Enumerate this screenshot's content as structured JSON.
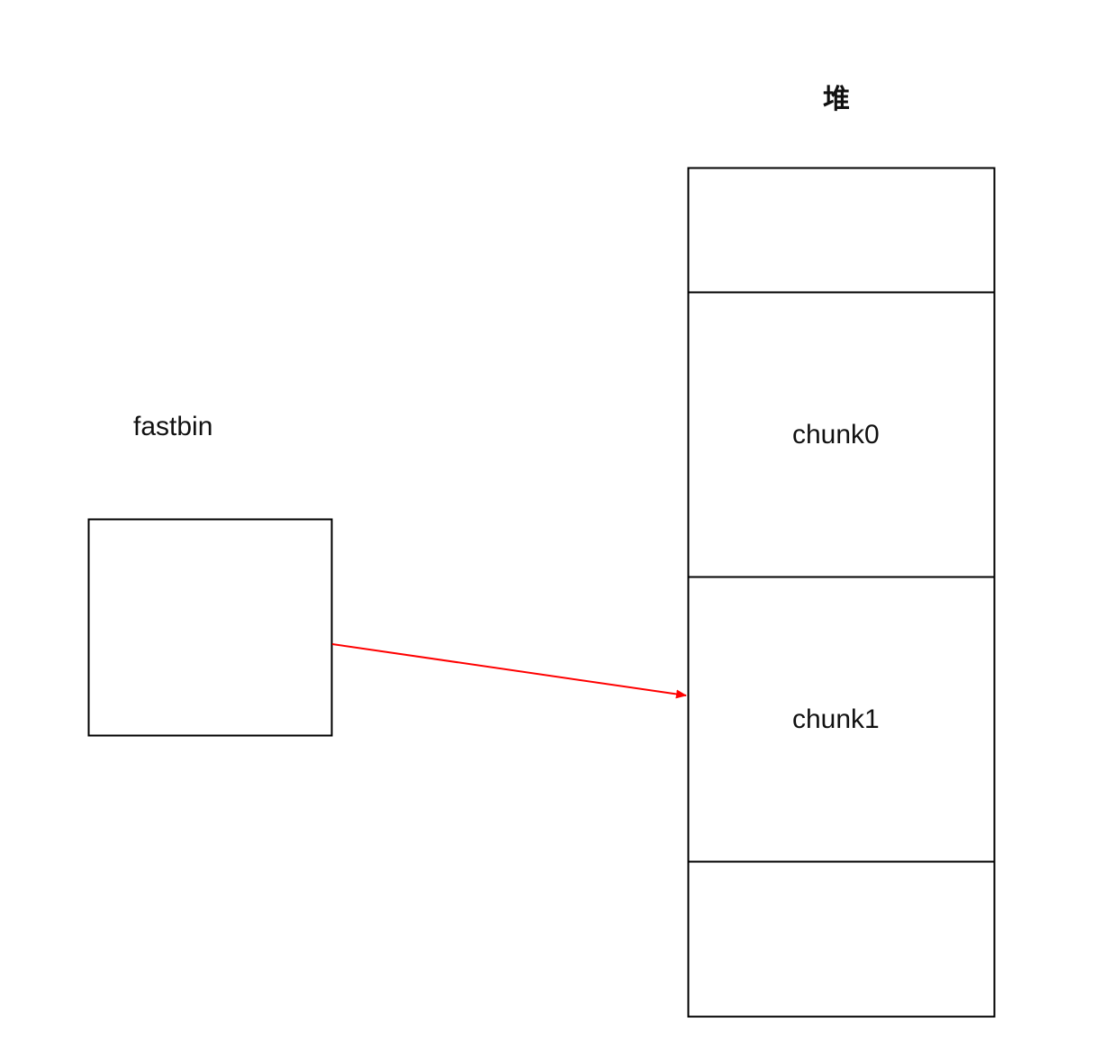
{
  "diagram": {
    "heap_title": "堆",
    "fastbin_title": "fastbin",
    "heap_blocks": [
      {
        "label": ""
      },
      {
        "label": "chunk0"
      },
      {
        "label": "chunk1"
      },
      {
        "label": ""
      }
    ],
    "arrow": {
      "from": "fastbin",
      "to": "chunk1",
      "color": "#ff0000"
    }
  }
}
